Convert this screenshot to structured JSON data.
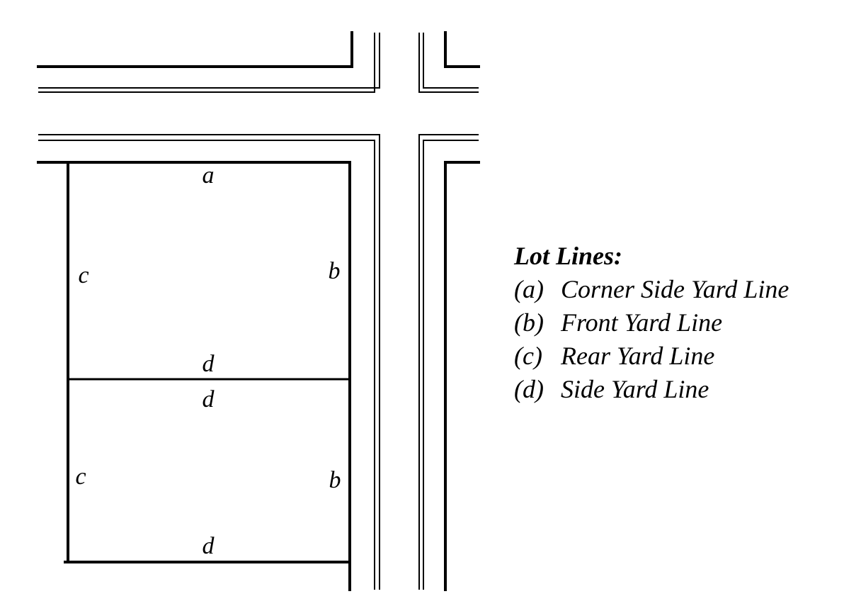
{
  "lot_labels": {
    "top_lot": {
      "top": "a",
      "left": "c",
      "right": "b",
      "bottom": "d"
    },
    "bottom_lot": {
      "top": "d",
      "left": "c",
      "right": "b",
      "bottom": "d"
    }
  },
  "legend": {
    "title": "Lot Lines:",
    "items": [
      {
        "key": "(a)",
        "label": "Corner Side Yard Line"
      },
      {
        "key": "(b)",
        "label": "Front Yard Line"
      },
      {
        "key": "(c)",
        "label": "Rear Yard Line"
      },
      {
        "key": "(d)",
        "label": "Side Yard Line"
      }
    ]
  },
  "colors": {
    "ink": "#000000",
    "paper": "#ffffff"
  }
}
